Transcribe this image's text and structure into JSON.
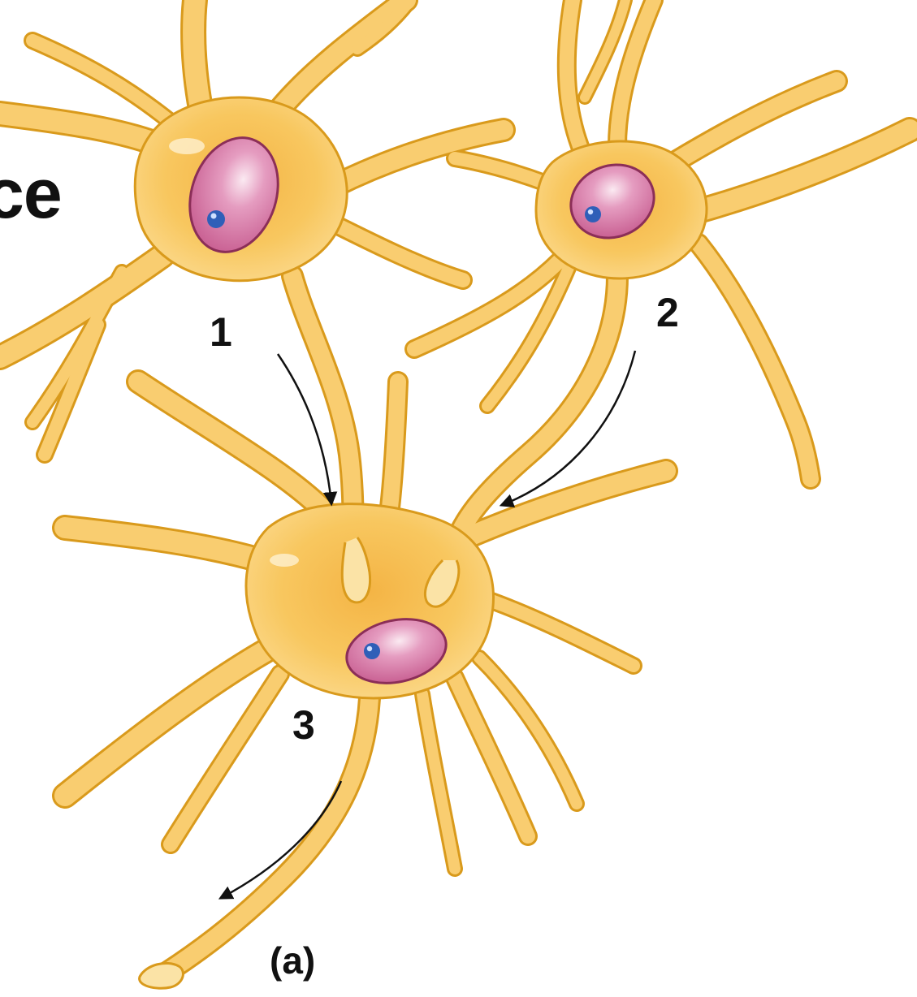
{
  "figure": {
    "partial_title": "ce",
    "panel_label": "(a)"
  },
  "neurons": [
    {
      "label": "1"
    },
    {
      "label": "2"
    },
    {
      "label": "3"
    }
  ],
  "colors": {
    "cell_fill": "#f8c45a",
    "cell_light": "#fde2a2",
    "cell_outline": "#d99a1c",
    "nucleus": "#d2689a",
    "nucleolus": "#2f5fb8",
    "arrow": "#111111"
  }
}
